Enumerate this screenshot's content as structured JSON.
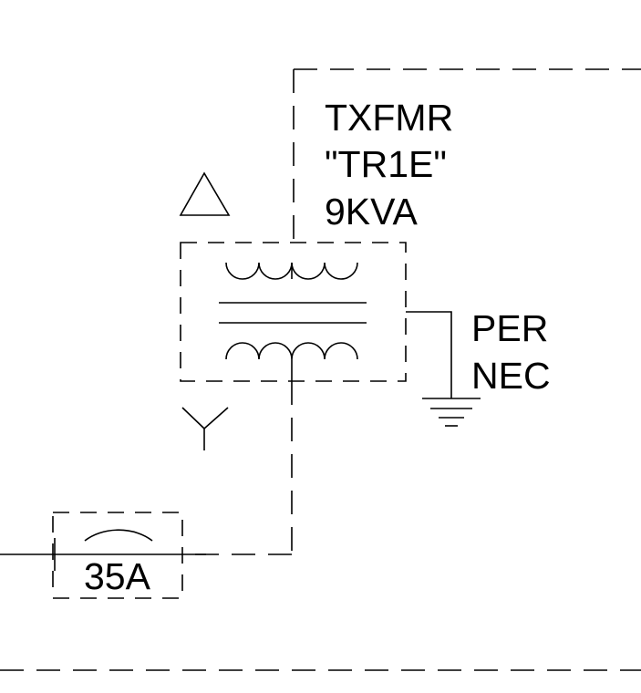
{
  "transformer": {
    "line1": "TXFMR",
    "line2": "\"TR1E\"",
    "line3": "9KVA",
    "primary_symbol": "delta-icon",
    "secondary_symbol": "wye-icon"
  },
  "grounding": {
    "line1": "PER",
    "line2": "NEC",
    "symbol": "ground-icon"
  },
  "breaker": {
    "label": "35A",
    "symbol": "breaker-arc-icon"
  }
}
